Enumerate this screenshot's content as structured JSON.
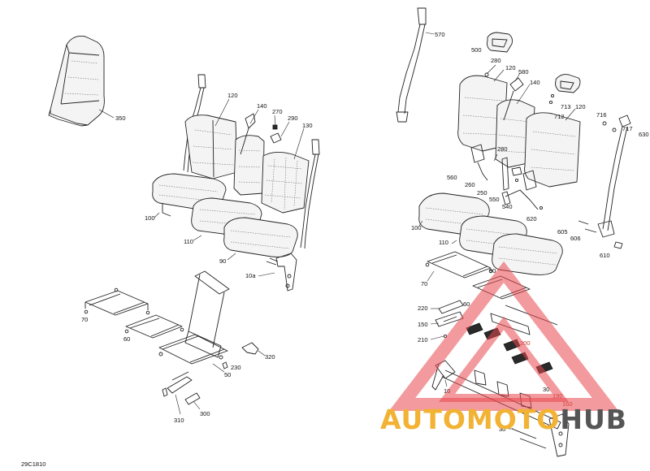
{
  "diagram_code": "29C1810",
  "watermark": {
    "text_a": "AUTOMOTO",
    "text_b": "HUB",
    "color_a": "#f2b233",
    "color_b": "#555555",
    "triangle_color": "#e8474d"
  },
  "callouts": {
    "c350": "350",
    "c120_l": "120",
    "c140_l": "140",
    "c270": "270",
    "c290": "290",
    "c130": "130",
    "c100_l": "100",
    "c110_l": "110",
    "c90_l": "90",
    "c10a": "10a",
    "c70_l": "70",
    "c60_l": "60",
    "c320": "320",
    "c230": "230",
    "c50": "50",
    "c310": "310",
    "c300": "300",
    "c570": "570",
    "c500": "500",
    "c280_top": "280",
    "c120_r1": "120",
    "c580": "580",
    "c140_r": "140",
    "c120_r2": "120",
    "c713": "713",
    "c712": "712",
    "c716": "716",
    "c717": "717",
    "c630": "630",
    "c560": "560",
    "c260": "260",
    "c250": "250",
    "c550": "550",
    "c540": "540",
    "c620": "620",
    "c100_r": "100",
    "c110_r": "110",
    "c605": "605",
    "c606": "606",
    "c610": "610",
    "c70_r": "70",
    "c90_r": "90",
    "c60_r": "60",
    "c220": "220",
    "c150": "150",
    "c210": "210",
    "c200": "200",
    "c10_r": "10",
    "c190": "190",
    "c30_a": "30",
    "c160": "160",
    "c30_b": "30",
    "c280_r": "280"
  }
}
